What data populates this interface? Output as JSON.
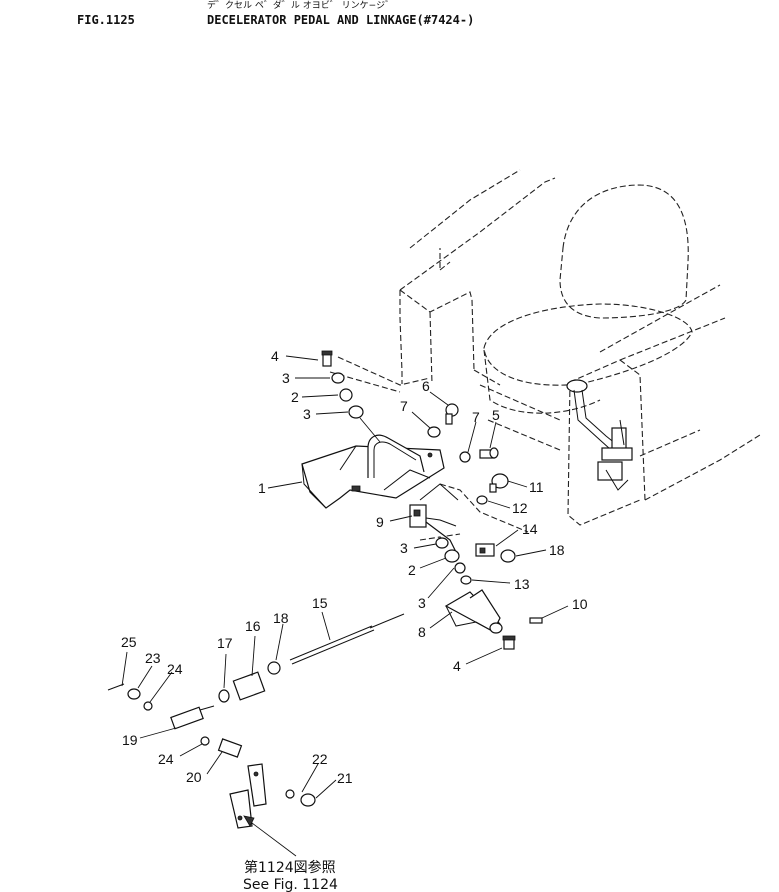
{
  "header": {
    "kana_title": "デ゛クセル ペ゛ダ゛ル オヨビ゛ リンケ−ジ゛",
    "fig_id": "FIG.1125",
    "title": "DECELERATOR PEDAL AND LINKAGE(#7424-)"
  },
  "reference": {
    "japanese": "第1124図参照",
    "english": "See  Fig.  1124"
  },
  "callouts": [
    {
      "id": "c4a",
      "label": "4"
    },
    {
      "id": "c3a",
      "label": "3"
    },
    {
      "id": "c2a",
      "label": "2"
    },
    {
      "id": "c3b",
      "label": "3"
    },
    {
      "id": "c6",
      "label": "6"
    },
    {
      "id": "c7a",
      "label": "7"
    },
    {
      "id": "c7b",
      "label": "7"
    },
    {
      "id": "c5",
      "label": "5"
    },
    {
      "id": "c1",
      "label": "1"
    },
    {
      "id": "c11",
      "label": "11"
    },
    {
      "id": "c12",
      "label": "12"
    },
    {
      "id": "c9",
      "label": "9"
    },
    {
      "id": "c14",
      "label": "14"
    },
    {
      "id": "c3c",
      "label": "3"
    },
    {
      "id": "c18a",
      "label": "18"
    },
    {
      "id": "c2b",
      "label": "2"
    },
    {
      "id": "c13",
      "label": "13"
    },
    {
      "id": "c3d",
      "label": "3"
    },
    {
      "id": "c10",
      "label": "10"
    },
    {
      "id": "c15",
      "label": "15"
    },
    {
      "id": "c8",
      "label": "8"
    },
    {
      "id": "c16",
      "label": "16"
    },
    {
      "id": "c18b",
      "label": "18"
    },
    {
      "id": "c17",
      "label": "17"
    },
    {
      "id": "c25",
      "label": "25"
    },
    {
      "id": "c23",
      "label": "23"
    },
    {
      "id": "c24a",
      "label": "24"
    },
    {
      "id": "c4b",
      "label": "4"
    },
    {
      "id": "c19",
      "label": "19"
    },
    {
      "id": "c24b",
      "label": "24"
    },
    {
      "id": "c22",
      "label": "22"
    },
    {
      "id": "c20",
      "label": "20"
    },
    {
      "id": "c21",
      "label": "21"
    }
  ]
}
